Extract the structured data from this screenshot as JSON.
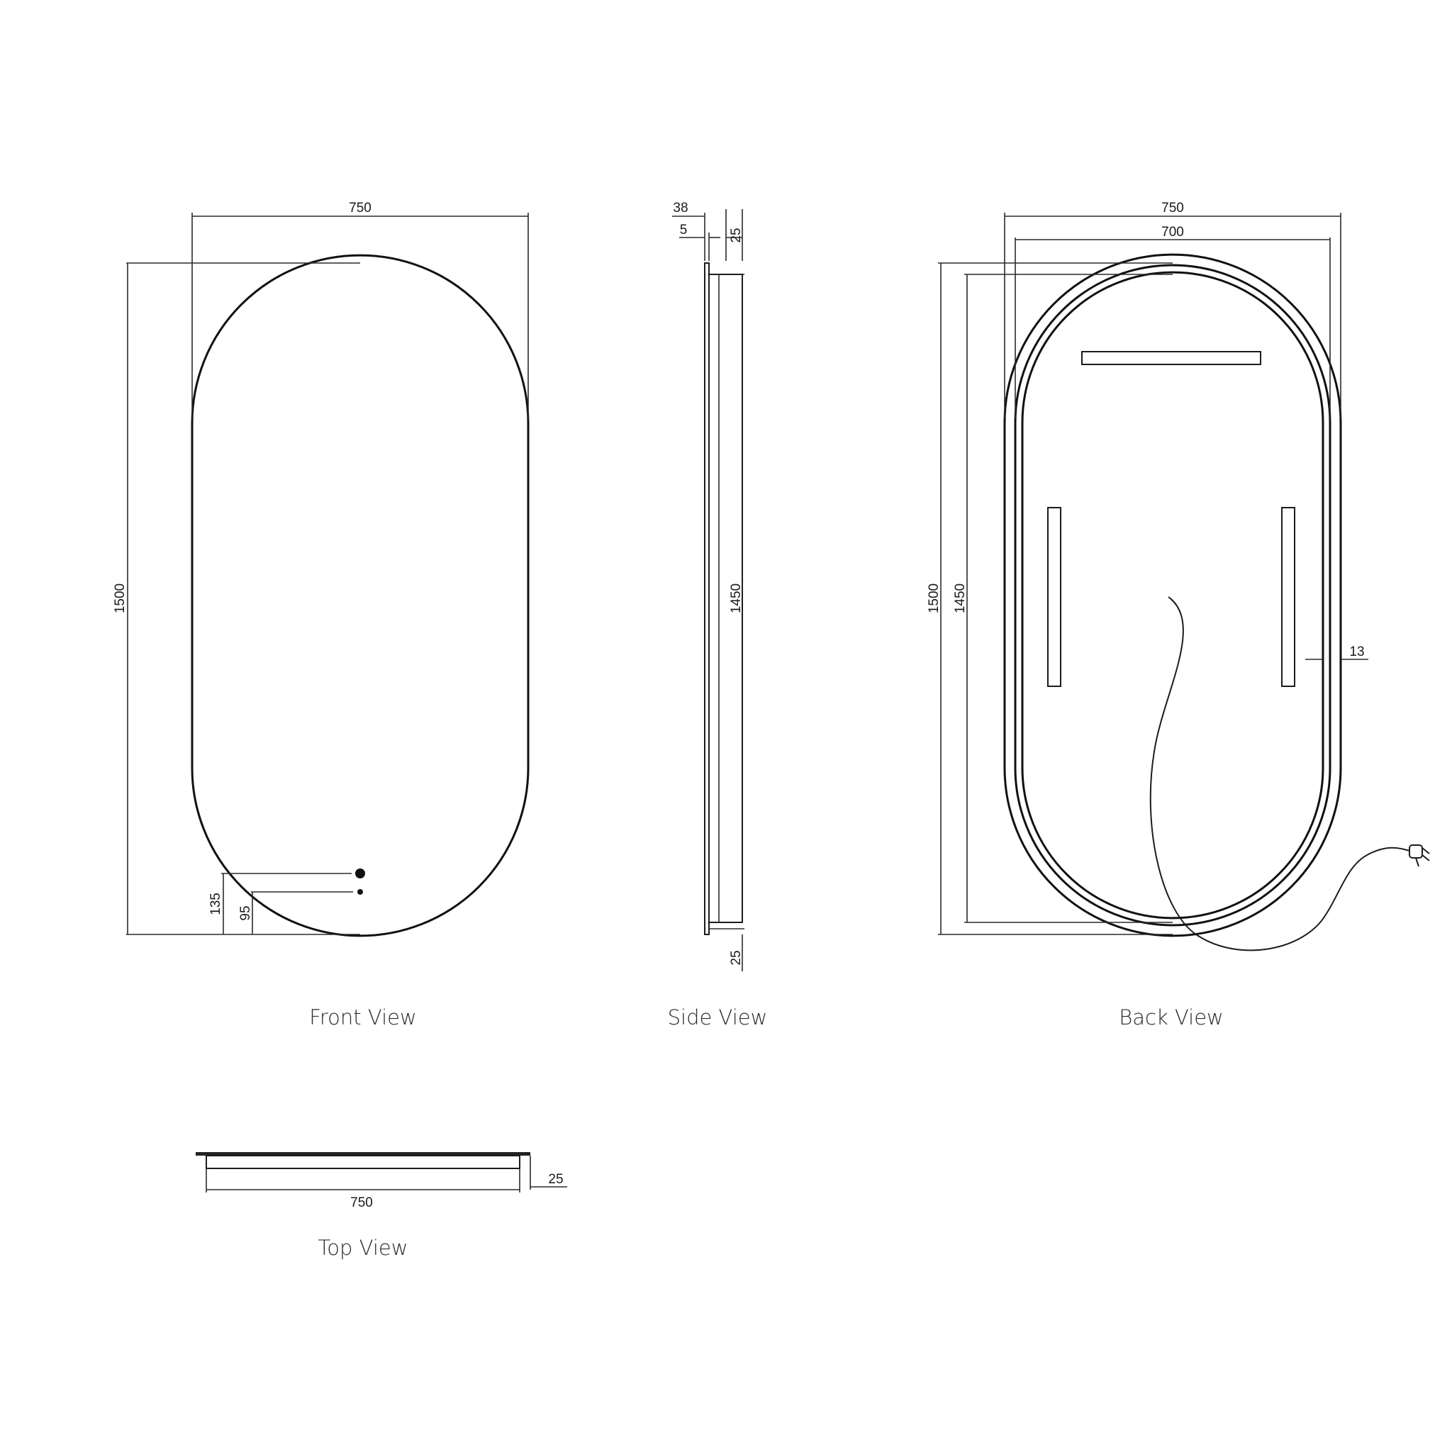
{
  "captions": {
    "front": "Front View",
    "side": "Side View",
    "back": "Back View",
    "top": "Top View"
  },
  "front": {
    "width": "750",
    "height": "1500",
    "dim_135": "135",
    "dim_95": "95"
  },
  "side": {
    "dim_38": "38",
    "dim_5": "5",
    "dim_25_top": "25",
    "dim_1450": "1450",
    "dim_25_bottom": "25"
  },
  "back": {
    "width": "750",
    "inner_width": "700",
    "height": "1500",
    "inner_height": "1450",
    "dim_13": "13"
  },
  "top": {
    "width": "750",
    "depth": "25"
  }
}
